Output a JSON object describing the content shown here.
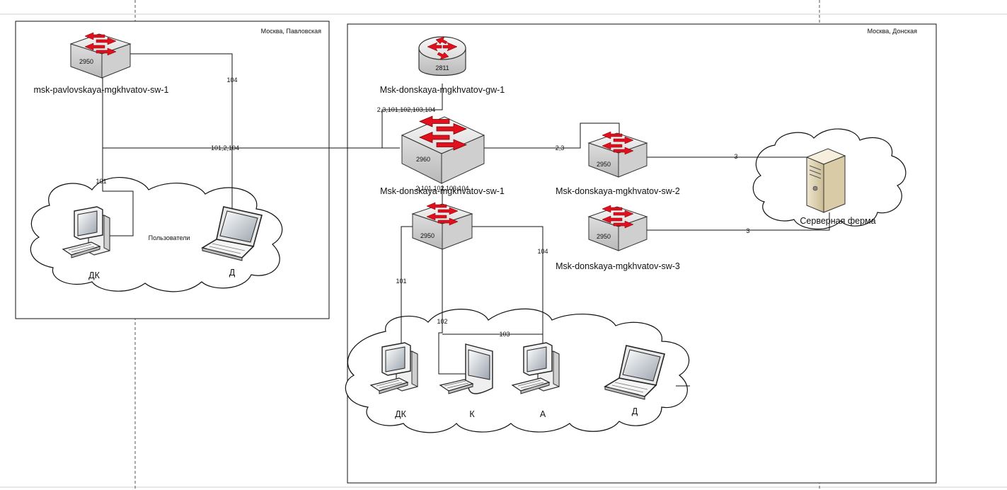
{
  "sites": {
    "pavlovskaya": {
      "label": "Москва, Павловская"
    },
    "donskaya": {
      "label": "Москва, Донская"
    }
  },
  "devices": {
    "pav_sw1": {
      "name": "msk-pavlovskaya-mgkhvatov-sw-1",
      "model": "2950"
    },
    "gw1": {
      "name": "Msk-donskaya-mgkhvatov-gw-1",
      "model": "2811"
    },
    "don_sw1": {
      "name": "Msk-donskaya-mgkhvatov-sw-1",
      "model": "2960"
    },
    "don_sw2": {
      "name": "Msk-donskaya-mgkhvatov-sw-2",
      "model": "2950"
    },
    "don_sw3": {
      "name": "Msk-donskaya-mgkhvatov-sw-3",
      "model": "2950"
    },
    "don_sw4": {
      "model": "2950"
    },
    "server": {
      "name": "Серверная ферма"
    }
  },
  "groups": {
    "pav_users": "Пользователи"
  },
  "hosts": {
    "pav_dk": "ДК",
    "pav_d": "Д",
    "don_dk": "ДК",
    "don_k": "К",
    "don_a": "А",
    "don_d": "Д"
  },
  "links": {
    "pav_sw_laptop": "104",
    "pav_sw_pc": "101",
    "pav_trunk": "101,2,104",
    "gw_trunk": "2,3,101,102,103,104",
    "sw1_sw2": "2,3",
    "sw1_sw4": "2,101,102,103,104",
    "sw2_server": "3",
    "sw3_server": "3",
    "sw4_dk": "101",
    "sw4_k": "102",
    "sw4_a": "103",
    "sw4_d": "104"
  },
  "colors": {
    "arrow": "#e0101e",
    "device_top": "#f0f0f0",
    "device_side": "#c8c8c8"
  }
}
